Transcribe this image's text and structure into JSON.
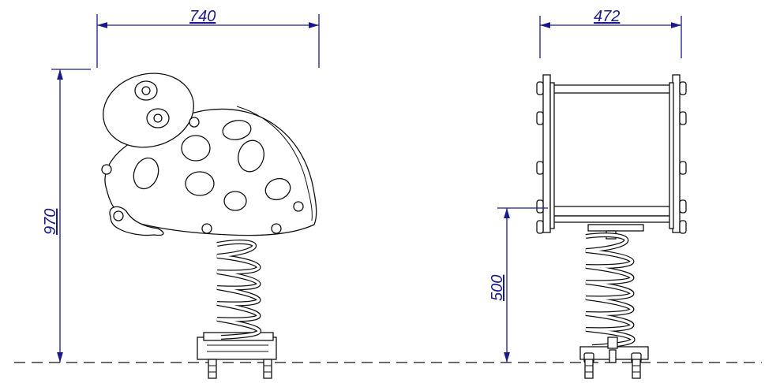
{
  "dimensions": {
    "width_side": "740",
    "height_side": "970",
    "width_front": "472",
    "seat_height_front": "500"
  },
  "colors": {
    "dimension": "#1a1a8c",
    "ink": "#111111"
  }
}
